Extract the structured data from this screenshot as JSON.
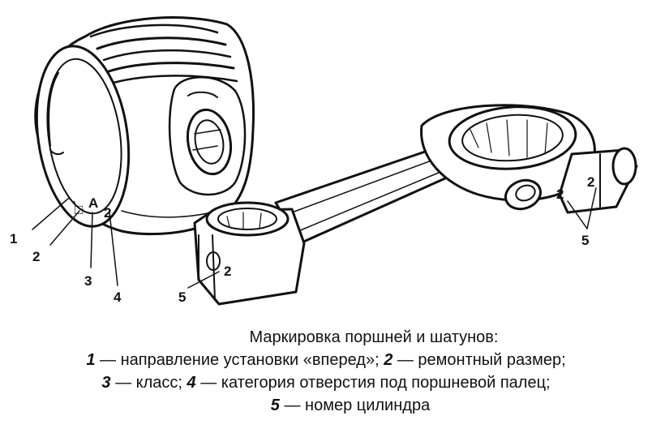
{
  "markings": {
    "piston_arrow": "→",
    "piston_square": "□",
    "piston_class": "A",
    "piston_category": "2",
    "rod_cylinder_number": "2"
  },
  "callouts": {
    "n1": "1",
    "n2": "2",
    "n3": "3",
    "n4": "4",
    "n5_small_end": "5",
    "n5_big_end": "5"
  },
  "caption": {
    "title": "Маркировка поршней и шатунов:",
    "items": [
      {
        "num": "1",
        "text": " — направление установки «вперед»; "
      },
      {
        "num": "2",
        "text": " — ремонтный размер;"
      },
      {
        "num": "3",
        "text": " — класс; "
      },
      {
        "num": "4",
        "text": " — категория отверстия под поршневой палец;"
      },
      {
        "num": "5",
        "text": " — номер цилиндра"
      }
    ]
  }
}
